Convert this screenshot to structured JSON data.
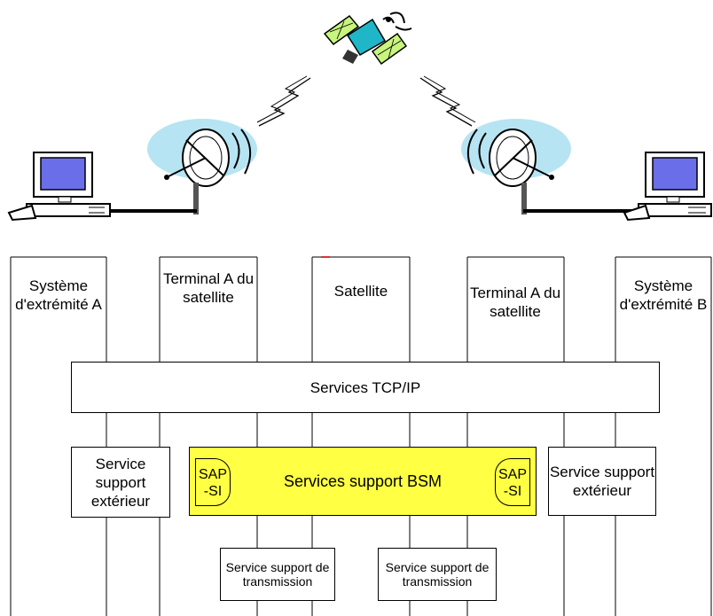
{
  "columns": {
    "endpoint_a": "Système d'extrémité A",
    "terminal_left": "Terminal A du satellite",
    "satellite": "Satellite",
    "terminal_right": "Terminal A du satellite",
    "endpoint_b": "Système d'extrémité B"
  },
  "layers": {
    "tcpip": "Services TCP/IP",
    "external_left": "Service support extérieur",
    "external_right": "Service support extérieur",
    "bsm": "Services support BSM",
    "sap_left": "SAP -SI",
    "sap_right": "SAP -SI",
    "transmission_left": "Service support de transmission",
    "transmission_right": "Service support de transmission"
  },
  "colors": {
    "bsm_fill": "#ffff44",
    "satellite_panel": "#c8f57d",
    "satellite_body": "#1fb6c8",
    "dish_halo": "#b7e4f2",
    "monitor_screen": "#6a6ee8"
  },
  "icons": [
    "satellite-icon",
    "dish-antenna-icon",
    "computer-icon",
    "lightning-link-icon"
  ]
}
